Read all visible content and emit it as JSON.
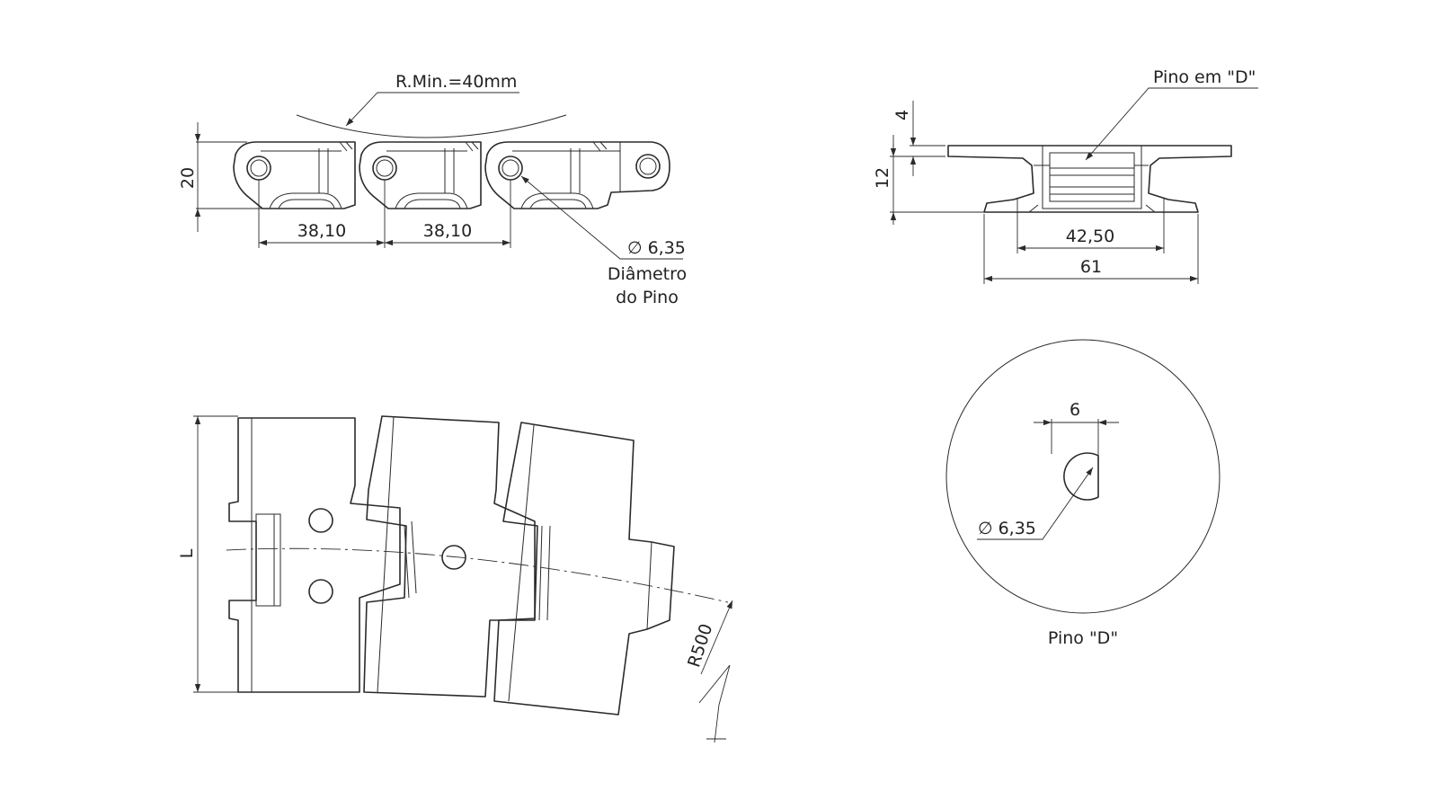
{
  "labels": {
    "r_min": "R.Min.=40mm",
    "dim_20": "20",
    "dim_pitch_1": "38,10",
    "dim_pitch_2": "38,10",
    "pin_dia": "∅ 6,35",
    "pin_dia_caption_line1": "Diâmetro",
    "pin_dia_caption_line2": "do Pino",
    "pino_em_d": "Pino em \"D\"",
    "dim_4": "4",
    "dim_12": "12",
    "dim_42_50": "42,50",
    "dim_61": "61",
    "dim_6": "6",
    "pin_d_dia": "∅ 6,35",
    "pino_d": "Pino \"D\"",
    "dim_L": "L",
    "dim_R500": "R500"
  }
}
